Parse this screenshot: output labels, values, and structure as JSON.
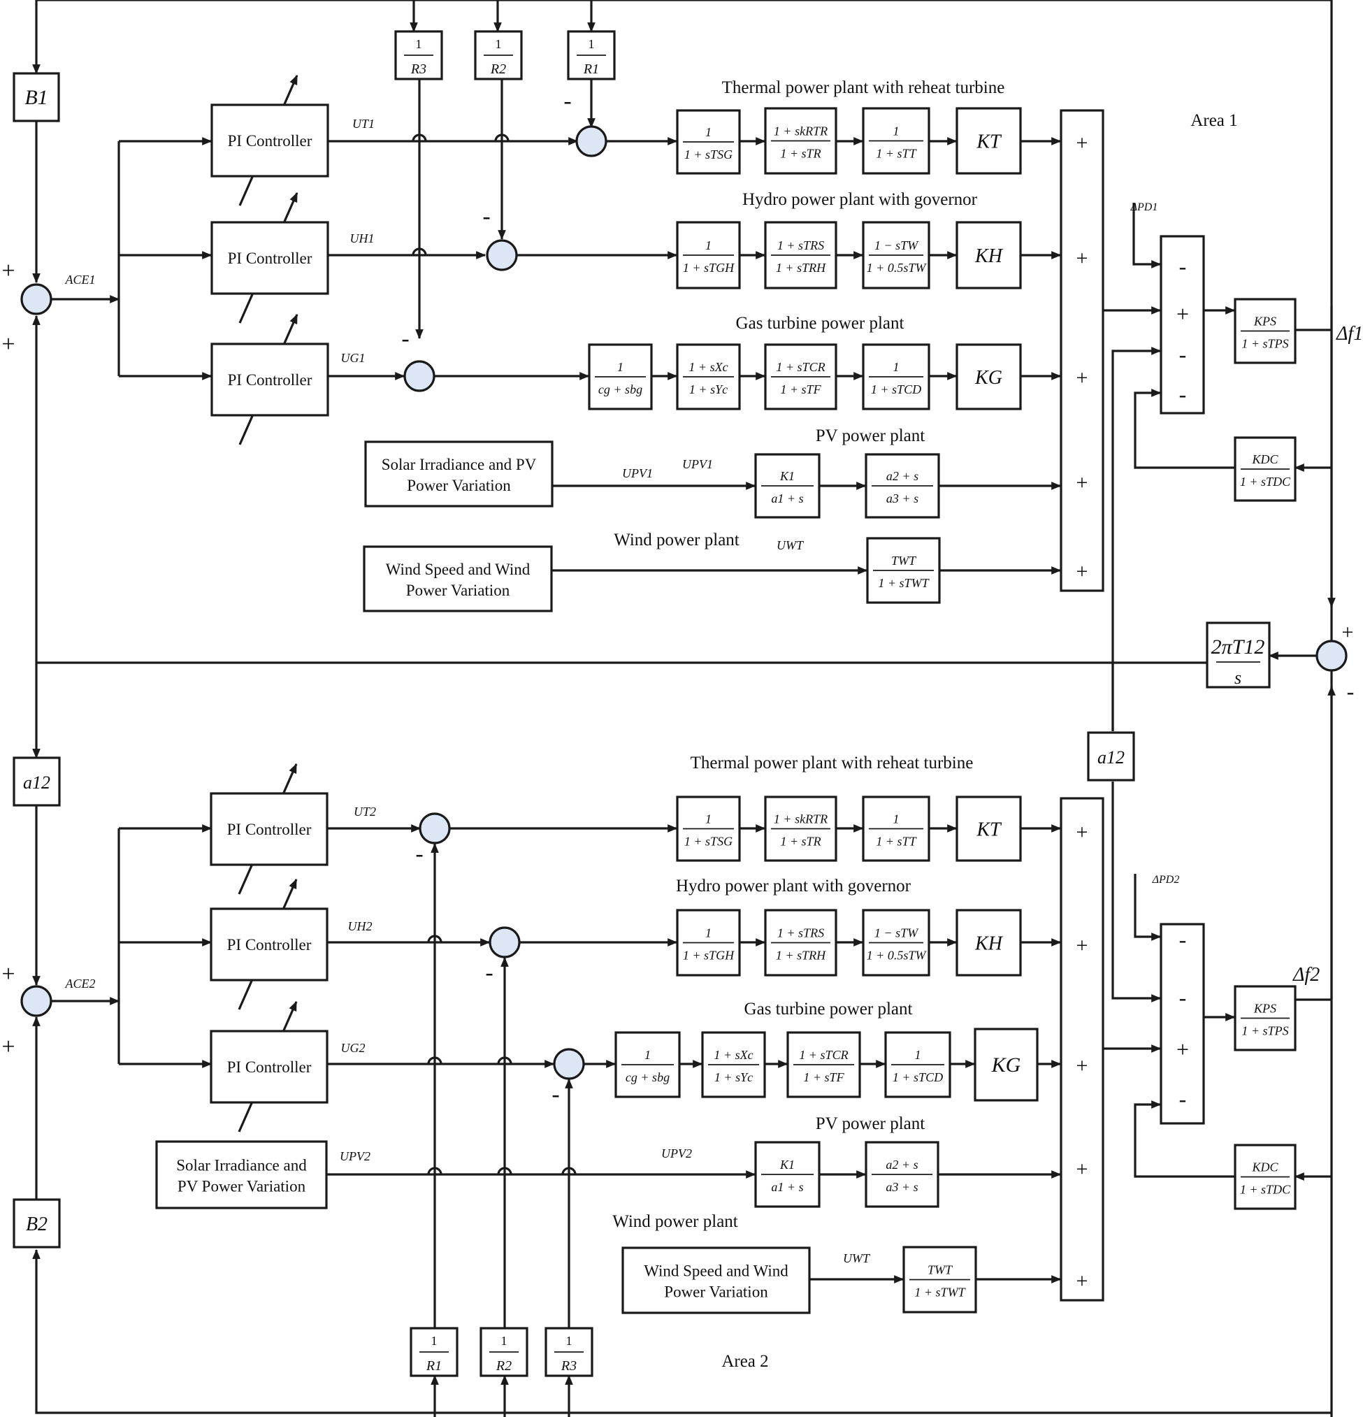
{
  "area_labels": {
    "area1": "Area 1",
    "area2": "Area 2"
  },
  "plant_titles": {
    "a1_thermal": "Thermal power plant with reheat  turbine",
    "a1_hydro": "Hydro power plant with governor",
    "a1_gas": "Gas turbine power plant",
    "a1_pv": "PV power plant",
    "a1_wind": "Wind  power plant",
    "a2_thermal": "Thermal power plant with reheat  turbine",
    "a2_hydro": "Hydro power plant with governor",
    "a2_gas": "Gas turbine power plant",
    "a2_pv": "PV power plant",
    "a2_wind": "Wind  power plant"
  },
  "controllers": {
    "pi": "PI Controller"
  },
  "sources": {
    "a1_solar": [
      "Solar Irradiance and PV",
      "Power Variation"
    ],
    "a1_wind": [
      "Wind Speed and Wind",
      "Power Variation"
    ],
    "a2_solar": [
      "Solar Irradiance and",
      "PV Power Variation"
    ],
    "a2_wind": [
      "Wind Speed and Wind",
      "Power Variation"
    ]
  },
  "signals": {
    "ace1": "ACE1",
    "ace2": "ACE2",
    "ut1": "UT1",
    "uh1": "UH1",
    "ug1": "UG1",
    "upv1": "UPV1",
    "uwt": "UWT",
    "ut2": "UT2",
    "uh2": "UH2",
    "ug2": "UG2",
    "upv2": "UPV2",
    "dpd1": "ΔPD1",
    "dpd2": "ΔPD2",
    "df1": "Δf1",
    "df2": "Δf2"
  },
  "gains": {
    "b1": "B1",
    "b2": "B2",
    "a12": "a12",
    "kt": "KT",
    "kh": "KH",
    "kg": "KG",
    "r1": "R1",
    "r2": "R2",
    "r3": "R3",
    "tie": "2πT12",
    "tie_den": "s"
  },
  "transfer_functions": {
    "gov_thermal": [
      "1",
      "1 + sTSG"
    ],
    "reheat": [
      "1 + skRTR",
      "1 + sTR"
    ],
    "turbine": [
      "1",
      "1 + sTT"
    ],
    "gov_hydro": [
      "1",
      "1 + sTGH"
    ],
    "hydro_drop": [
      "1 + sTRS",
      "1 + sTRH"
    ],
    "penstock": [
      "1 − sTW",
      "1 + 0.5sTW"
    ],
    "valve": [
      "1",
      "cg + sbg"
    ],
    "gas_gov": [
      "1 + sXc",
      "1 + sYc"
    ],
    "combustor": [
      "1 + sTCR",
      "1 + sTF"
    ],
    "compressor": [
      "1",
      "1 + sTCD"
    ],
    "pv1": [
      "K1",
      "a1 + s"
    ],
    "pv2": [
      "a2 + s",
      "a3 + s"
    ],
    "wind": [
      "TWT",
      "1 + sTWT"
    ],
    "power_system": [
      "KPS",
      "1 + sTPS"
    ],
    "dc_link": [
      "KDC",
      "1 + sTDC"
    ]
  },
  "signs": {
    "plus": "+",
    "minus": "-"
  }
}
